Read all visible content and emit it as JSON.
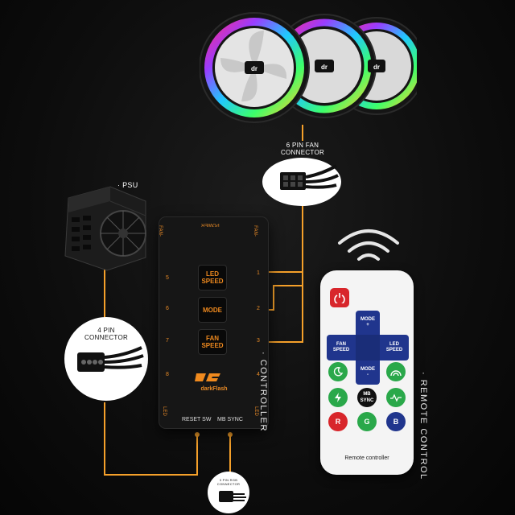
{
  "accent": "#f5a02a",
  "labels": {
    "psu": "· PSU",
    "six_pin_fan": "6 PIN FAN\nCONNECTOR",
    "four_pin": "4 PIN\nCONNECTOR",
    "three_pin_rgb": "3 PIN RGB\nCONNECTOR",
    "controller": "· CONTROLLER",
    "remote_control": "· REMOTE CONTROL"
  },
  "fan_logo": "dr",
  "controller": {
    "power": "POWER",
    "fan_left": "FAN-",
    "fan_right": "FAN-",
    "led_left": "LED",
    "led_right": "LED",
    "buttons": [
      "LED\nSPEED",
      "MODE",
      "FAN\nSPEED"
    ],
    "left_numbers": [
      "5",
      "6",
      "7",
      "8"
    ],
    "right_numbers": [
      "1",
      "2",
      "3",
      "4"
    ],
    "brand": "darkFlash",
    "reset_sw": "RESET SW",
    "mb_sync": "MB SYNC"
  },
  "remote": {
    "mode_plus": "MODE\n+",
    "mode_minus": "MODE\n-",
    "fan_speed": "FAN\nSPEED",
    "led_speed": "LED\nSPEED",
    "mb_sync": "MB\nSYNC",
    "r": "R",
    "g": "G",
    "b": "B",
    "title": "Remote controller"
  },
  "colors": {
    "power": "#d8262b",
    "green": "#2aa84a",
    "red": "#d8262b",
    "blue": "#20358d",
    "black": "#111111"
  }
}
